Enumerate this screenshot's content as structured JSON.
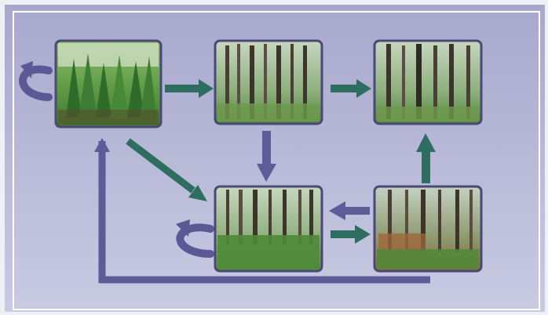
{
  "colors": {
    "frame_top": "#a7a8cc",
    "frame_bottom": "#c9cbe3",
    "panel_border": "#ffffff",
    "image_border": "#4a4878",
    "arrow_green": "#2e6e60",
    "arrow_purple": "#5f5a98",
    "loop_arrow": "#5c5896"
  },
  "nodes": [
    {
      "id": "young-dense-spruce",
      "icon": "forest-photo-young-dense"
    },
    {
      "id": "tall-spruce-stand",
      "icon": "forest-photo-tall-stand"
    },
    {
      "id": "old-open-stand",
      "icon": "forest-photo-old-open"
    },
    {
      "id": "mixed-understory-stand",
      "icon": "forest-photo-mixed-understory"
    },
    {
      "id": "disturbed-stand",
      "icon": "forest-photo-disturbed"
    }
  ],
  "edges": [
    {
      "from": "young-dense-spruce",
      "to": "tall-spruce-stand",
      "color": "green"
    },
    {
      "from": "tall-spruce-stand",
      "to": "old-open-stand",
      "color": "green"
    },
    {
      "from": "tall-spruce-stand",
      "to": "mixed-understory-stand",
      "color": "purple"
    },
    {
      "from": "young-dense-spruce",
      "to": "mixed-understory-stand",
      "color": "green"
    },
    {
      "from": "mixed-understory-stand",
      "to": "disturbed-stand",
      "color": "green"
    },
    {
      "from": "disturbed-stand",
      "to": "mixed-understory-stand",
      "color": "purple"
    },
    {
      "from": "disturbed-stand",
      "to": "old-open-stand",
      "color": "green"
    },
    {
      "from": "disturbed-stand",
      "to": "young-dense-spruce",
      "color": "purple"
    },
    {
      "from": "young-dense-spruce",
      "to": "young-dense-spruce",
      "color": "purple"
    },
    {
      "from": "mixed-understory-stand",
      "to": "mixed-understory-stand",
      "color": "purple"
    }
  ]
}
